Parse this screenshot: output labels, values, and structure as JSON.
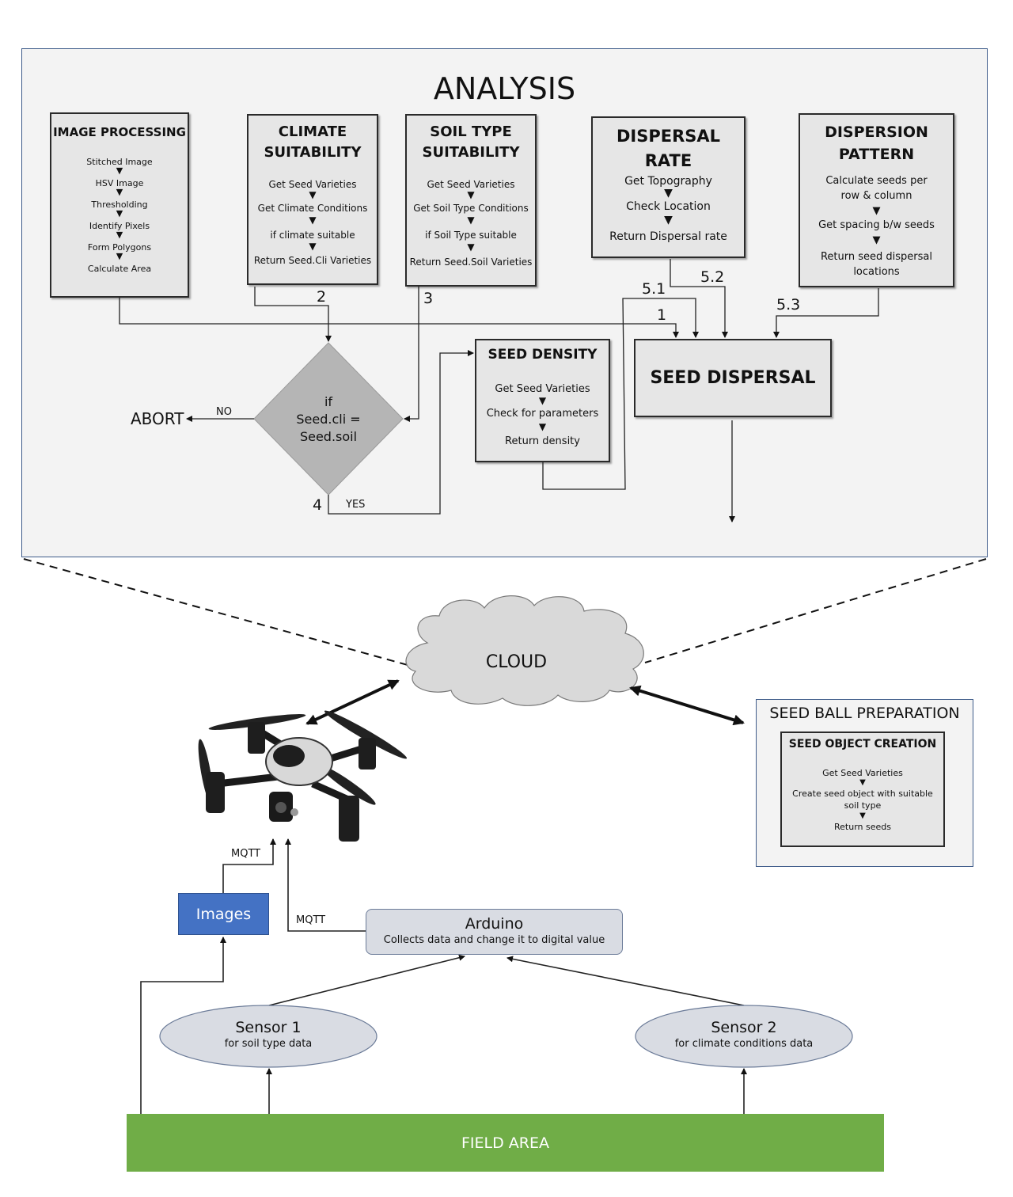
{
  "analysis": {
    "title": "ANALYSIS",
    "image_processing": {
      "title": "IMAGE PROCESSING",
      "steps": [
        "Stitched Image",
        "HSV Image",
        "Thresholding",
        "Identify Pixels",
        "Form Polygons",
        "Calculate Area"
      ]
    },
    "climate": {
      "title_line1": "CLIMATE",
      "title_line2": "SUITABILITY",
      "steps": [
        "Get Seed Varieties",
        "Get Climate Conditions",
        "if climate suitable",
        "Return Seed.Cli Varieties"
      ]
    },
    "soil": {
      "title_line1": "SOIL TYPE",
      "title_line2": "SUITABILITY",
      "steps": [
        "Get Seed Varieties",
        "Get Soil Type Conditions",
        "if Soil Type suitable",
        "Return Seed.Soil Varieties"
      ]
    },
    "dispersal_rate": {
      "title_line1": "DISPERSAL",
      "title_line2": "RATE",
      "steps": [
        "Get Topography",
        "Check Location",
        "Return Dispersal rate"
      ]
    },
    "dispersion_pattern": {
      "title_line1": "DISPERSION",
      "title_line2": "PATTERN",
      "steps": [
        "Calculate seeds per",
        "row & column",
        "Get spacing b/w seeds",
        "Return seed dispersal",
        "locations"
      ]
    },
    "seed_density": {
      "title": "SEED DENSITY",
      "steps": [
        "Get Seed Varieties",
        "Check for parameters",
        "Return density"
      ]
    },
    "seed_dispersal": {
      "title": "SEED DISPERSAL"
    },
    "decision": {
      "line1": "if",
      "line2": "Seed.cli =",
      "line3": "Seed.soil"
    },
    "abort": "ABORT",
    "no": "NO",
    "yes": "YES",
    "labels": {
      "l1": "1",
      "l2": "2",
      "l3": "3",
      "l4": "4",
      "l51": "5.1",
      "l52": "5.2",
      "l53": "5.3"
    }
  },
  "cloud": "CLOUD",
  "seed_ball": {
    "title": "SEED BALL PREPARATION",
    "inner_title": "SEED OBJECT CREATION",
    "steps": [
      "Get Seed Varieties",
      "Create seed object with suitable",
      "soil type",
      "Return seeds"
    ]
  },
  "images": "Images",
  "mqtt_top": "MQTT",
  "mqtt_mid": "MQTT",
  "arduino": {
    "title": "Arduino",
    "subtitle": "Collects data and change it to digital value"
  },
  "sensor1": {
    "title": "Sensor 1",
    "subtitle": "for soil type data"
  },
  "sensor2": {
    "title": "Sensor 2",
    "subtitle": "for climate conditions data"
  },
  "field": "FIELD AREA",
  "colors": {
    "images_box": "#4472c4",
    "field": "#70ad47",
    "box_fill": "#e6e6e6",
    "cloud": "#d9d9d9",
    "ellipse": "#d9dce3"
  }
}
